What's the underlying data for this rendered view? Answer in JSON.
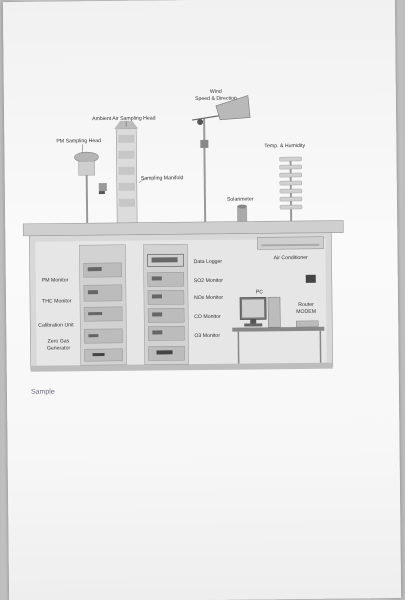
{
  "labels": {
    "wind": [
      "Wind",
      "Speed & Direction"
    ],
    "ambient_head": "Ambient Air Sampling Head",
    "pm_head": "PM Sampling Head",
    "manifold": "Sampling Manifold",
    "temp_humidity": "Temp. & Humidity",
    "solarimeter": "Solarimeter",
    "air_conditioner": "Air Conditioner",
    "data_logger": "Data Logger",
    "so2": "SO2 Monitor",
    "nox": "NOx Monitor",
    "co": "CO Monitor",
    "o3": "O3 Monitor",
    "pm_monitor": "PM Monitor",
    "thc": "THC Monitor",
    "calibration": "Calibration Unit",
    "zero_gas": [
      "Zero Gas",
      "Generator"
    ],
    "pc": "PC",
    "router": [
      "Router",
      "MODEM"
    ]
  },
  "caption": "Sample"
}
